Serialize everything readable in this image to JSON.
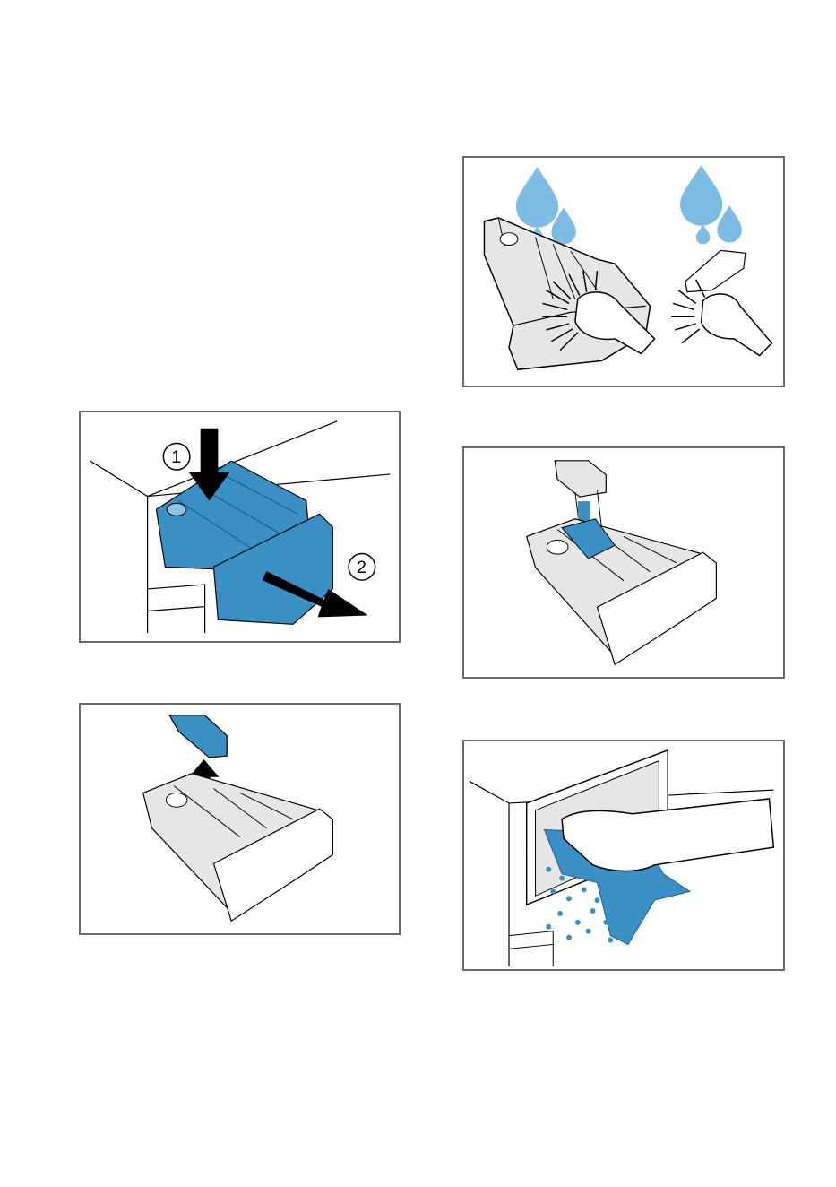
{
  "figures": [
    {
      "id": "clean-dispenser-brush",
      "step_labels": []
    },
    {
      "id": "remove-dispenser-drawer",
      "step_labels": [
        "1",
        "2"
      ]
    },
    {
      "id": "insert-insert-piece",
      "step_labels": []
    },
    {
      "id": "remove-insert-piece",
      "step_labels": []
    },
    {
      "id": "wipe-dispenser-housing",
      "step_labels": []
    }
  ],
  "colors": {
    "accent": "#3a8fc4",
    "water": "#7dbde3",
    "frame": "#6b6b6b",
    "shade": "#e6e6e6"
  }
}
